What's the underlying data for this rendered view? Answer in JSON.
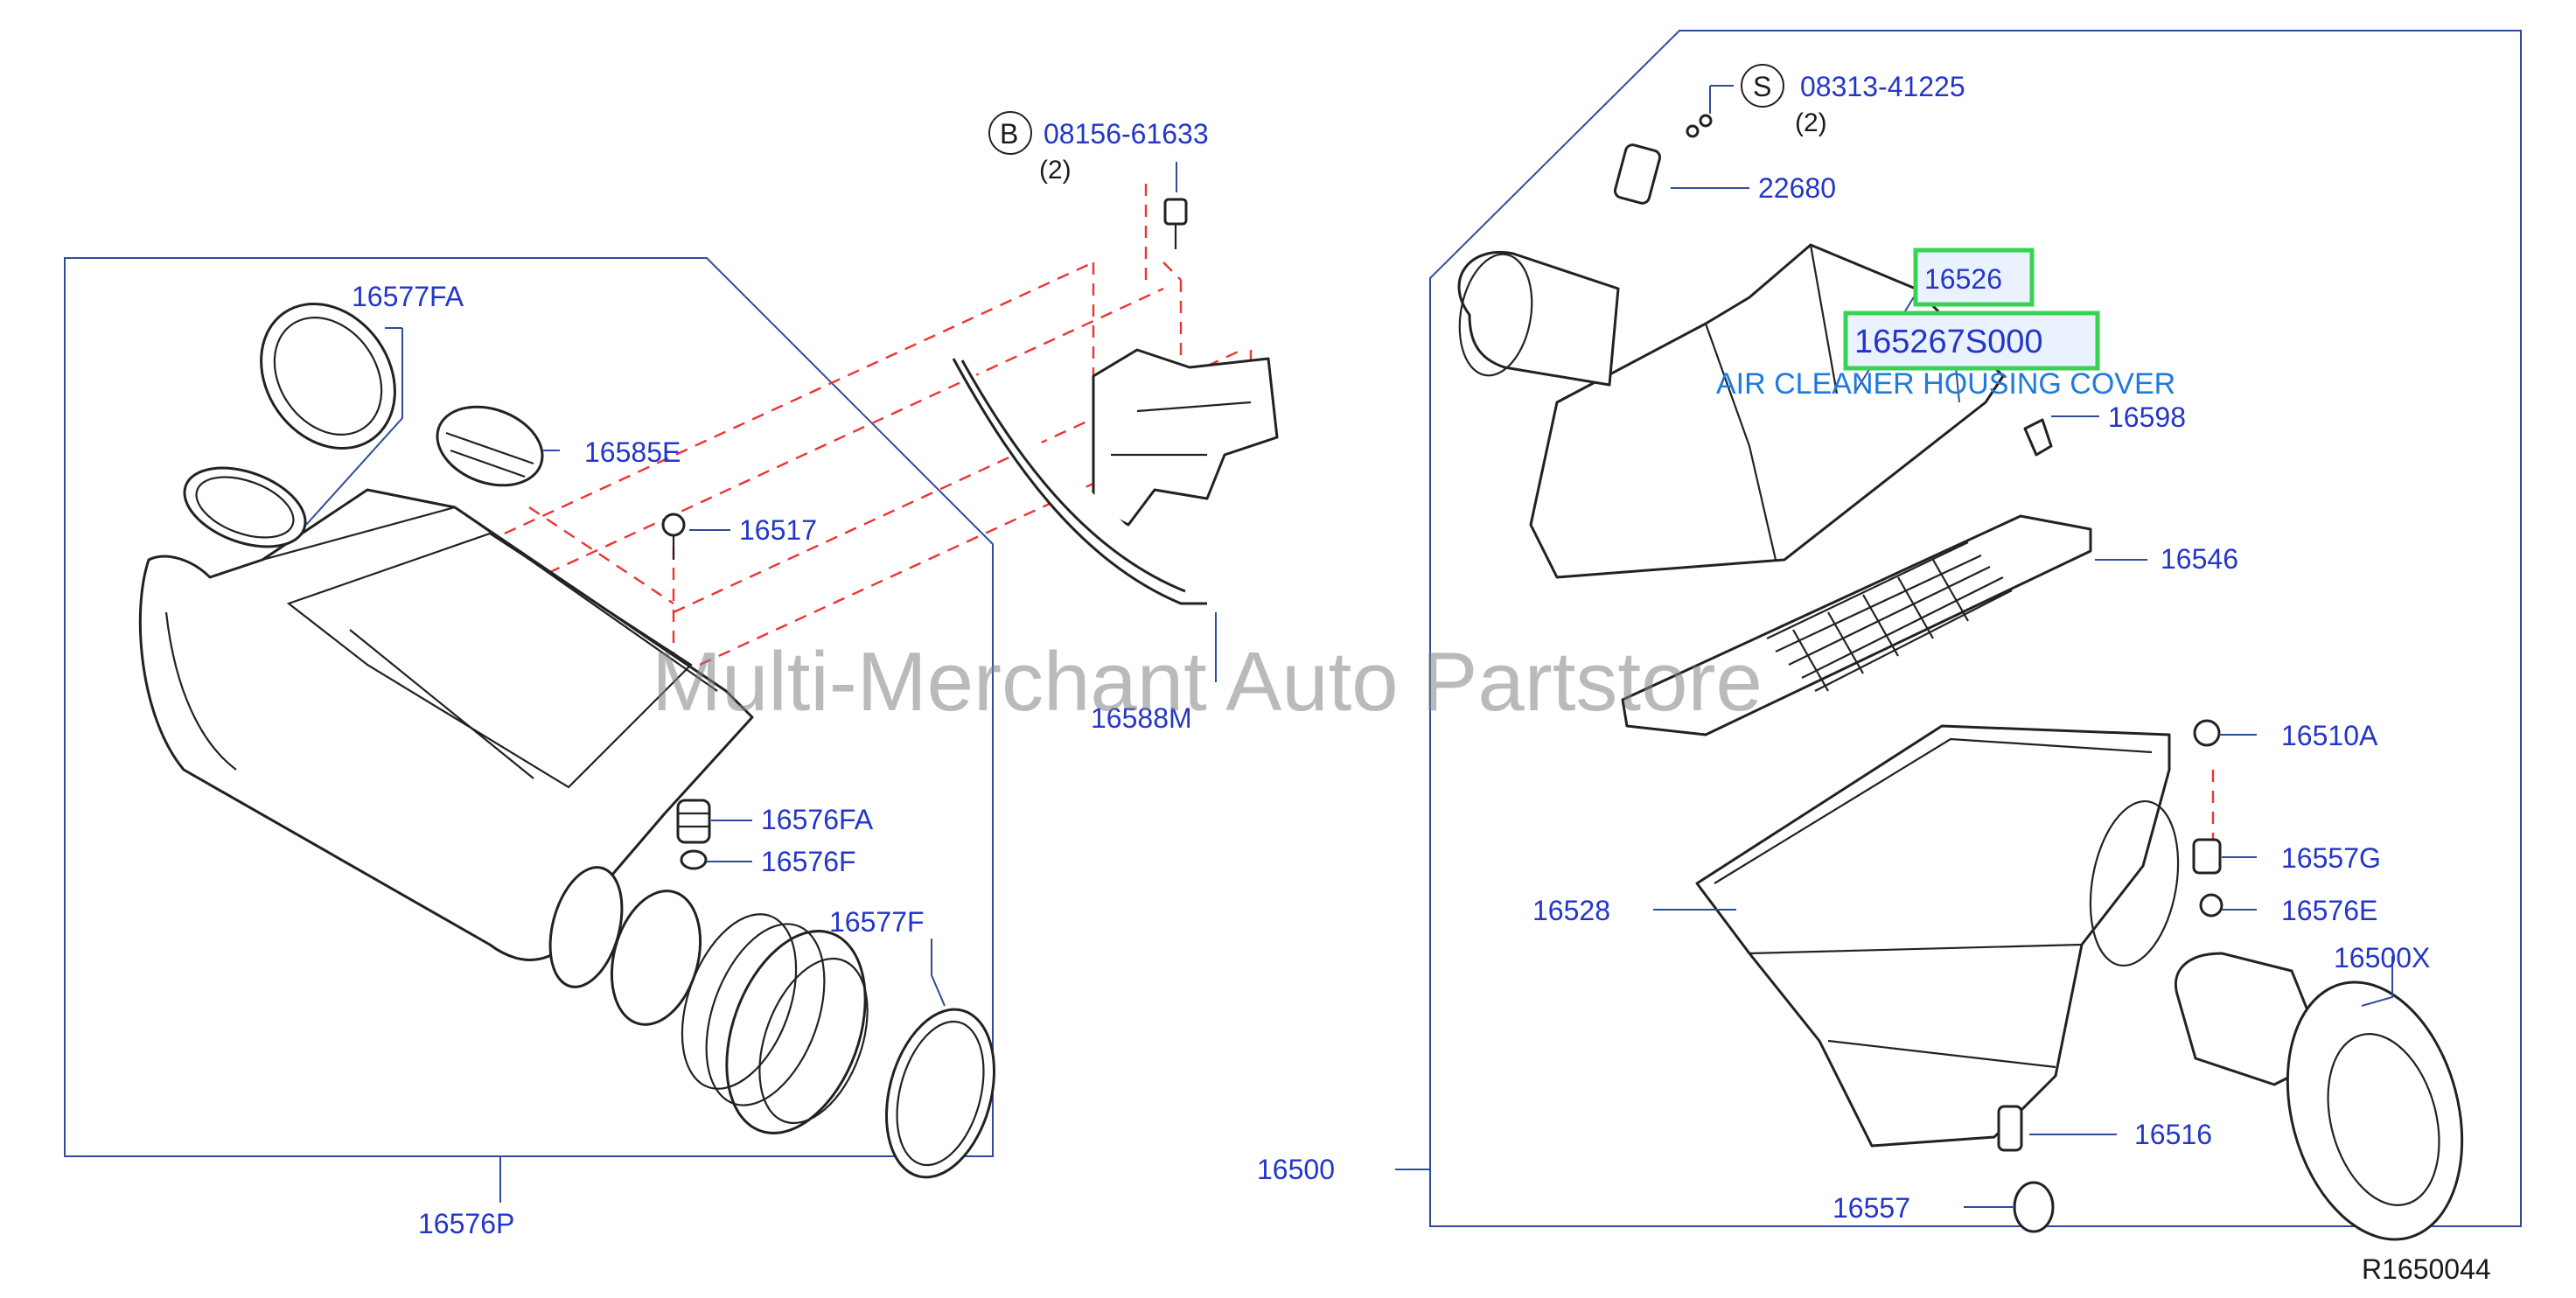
{
  "diagram": {
    "watermark": "Multi-Merchant Auto Partstore",
    "reference": "R1650044",
    "assembly_label": "16500",
    "highlight": {
      "part_no": "16526",
      "catalog_no": "165267S000",
      "description": "AIR CLEANER HOUSING COVER",
      "highlight_color": "#39d353"
    },
    "parts": {
      "p16576P": "16576P",
      "p16577FA": "16577FA",
      "p16585E": "16585E",
      "p16517": "16517",
      "p16576FA": "16576FA",
      "p16576F": "16576F",
      "p16577F": "16577F",
      "p16588M": "16588M",
      "p22680": "22680",
      "p16598": "16598",
      "p16546": "16546",
      "p16510A": "16510A",
      "p16557G": "16557G",
      "p16576E": "16576E",
      "p16528": "16528",
      "p16500X": "16500X",
      "p16516": "16516",
      "p16557": "16557"
    },
    "bolts": {
      "b_symbol": "B",
      "b_part": "08156-61633",
      "b_qty": "(2)",
      "s_symbol": "S",
      "s_part": "08313-41225",
      "s_qty": "(2)"
    },
    "colors": {
      "label": "#2336c8",
      "frame": "#2e4c9a",
      "guide_dash": "#e33333",
      "description": "#1f7ae0"
    }
  }
}
